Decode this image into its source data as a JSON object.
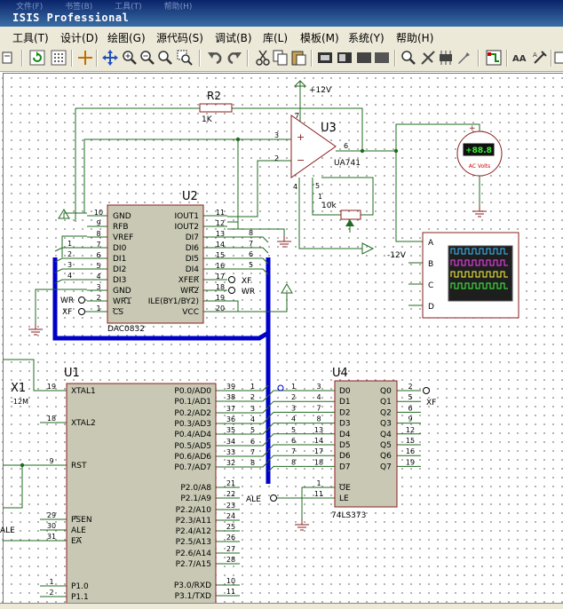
{
  "app": {
    "title": "ISIS Professional",
    "ghost_menu": [
      "文件(F)",
      "书签(B)",
      "工具(T)",
      "帮助(H)"
    ]
  },
  "menu": {
    "items": [
      "工具(T)",
      "设计(D)",
      "绘图(G)",
      "源代码(S)",
      "调试(B)",
      "库(L)",
      "模板(M)",
      "系统(Y)",
      "帮助(H)"
    ]
  },
  "toolbar": {
    "icons": [
      "page-icon",
      "refresh-icon",
      "grid-icon",
      "origin-icon",
      "pan-icon",
      "zoom-in-icon",
      "zoom-out-icon",
      "zoom-all-icon",
      "zoom-area-icon",
      "undo-icon",
      "redo-icon",
      "cut-icon",
      "copy-icon",
      "paste-icon",
      "block-copy-icon",
      "block-move-icon",
      "block-rotate-icon",
      "block-delete-icon",
      "pick-device-icon",
      "make-device-icon",
      "packaging-icon",
      "decompose-icon",
      "wire-autorouter-icon",
      "search-tag-icon",
      "property-tool-icon",
      "netlist-icon"
    ]
  },
  "schematic": {
    "colors": {
      "wire": "#1f6b1f",
      "component": "#8b1e1e",
      "body": "#c8c8b4",
      "pin_text": "#000000",
      "bus": "#0000c8"
    },
    "r2": {
      "ref": "R2",
      "value": "1K"
    },
    "u3": {
      "ref": "U3",
      "part": "UA741",
      "pins": [
        "3",
        "2",
        "6",
        "7",
        "4",
        "5",
        "1"
      ],
      "plus": "+",
      "minus": "−"
    },
    "pot": {
      "value": "10k"
    },
    "vcc": "+12V",
    "vee": "-12V",
    "voltmeter": {
      "display": "+88.8",
      "label": "AC Volts"
    },
    "scope": {
      "channels": [
        "A",
        "B",
        "C",
        "D"
      ]
    },
    "u2": {
      "ref": "U2",
      "part": "DAC0832",
      "left_pins": [
        {
          "num": "10",
          "name": "GND"
        },
        {
          "num": "9",
          "name": "RFB"
        },
        {
          "num": "8",
          "name": "VREF"
        },
        {
          "num": "7",
          "name": "DI0"
        },
        {
          "num": "6",
          "name": "DI1"
        },
        {
          "num": "5",
          "name": "DI2"
        },
        {
          "num": "4",
          "name": "DI3"
        },
        {
          "num": "3",
          "name": "GND"
        },
        {
          "num": "2",
          "name": "WR1"
        },
        {
          "num": "1",
          "name": "CS"
        }
      ],
      "right_pins": [
        {
          "num": "11",
          "name": "IOUT1"
        },
        {
          "num": "12",
          "name": "IOUT2"
        },
        {
          "num": "13",
          "name": "DI7"
        },
        {
          "num": "14",
          "name": "DI6"
        },
        {
          "num": "15",
          "name": "DI5"
        },
        {
          "num": "16",
          "name": "DI4"
        },
        {
          "num": "17",
          "name": "XFER"
        },
        {
          "num": "18",
          "name": "WR2"
        },
        {
          "num": "19",
          "name": "ILE(BY1/BY2)"
        },
        {
          "num": "20",
          "name": "VCC"
        }
      ],
      "left_bus_labels": [
        "1",
        "2",
        "3",
        "4"
      ],
      "right_bus_labels": [
        "8",
        "7",
        "6",
        "5"
      ],
      "net_labels": {
        "wr": "WR",
        "xf": "XF",
        "xf2": "XF",
        "wr2": "WR"
      }
    },
    "u1": {
      "ref": "U1",
      "left_pins": [
        {
          "num": "19",
          "name": "XTAL1"
        },
        {
          "num": "18",
          "name": "XTAL2"
        },
        {
          "num": "9",
          "name": "RST"
        },
        {
          "num": "29",
          "name": "PSEN"
        },
        {
          "num": "30",
          "name": "ALE"
        },
        {
          "num": "31",
          "name": "EA"
        },
        {
          "num": "1",
          "name": "P1.0"
        },
        {
          "num": "2",
          "name": "P1.1"
        }
      ],
      "right_pins": [
        {
          "num": "39",
          "name": "P0.0/AD0",
          "bus": "1"
        },
        {
          "num": "38",
          "name": "P0.1/AD1",
          "bus": "2"
        },
        {
          "num": "37",
          "name": "P0.2/AD2",
          "bus": "3"
        },
        {
          "num": "36",
          "name": "P0.3/AD3",
          "bus": "4"
        },
        {
          "num": "35",
          "name": "P0.4/AD4",
          "bus": "5"
        },
        {
          "num": "34",
          "name": "P0.5/AD5",
          "bus": "6"
        },
        {
          "num": "33",
          "name": "P0.6/AD6",
          "bus": "7"
        },
        {
          "num": "32",
          "name": "P0.7/AD7",
          "bus": "8"
        },
        {
          "num": "21",
          "name": "P2.0/A8"
        },
        {
          "num": "22",
          "name": "P2.1/A9"
        },
        {
          "num": "23",
          "name": "P2.2/A10"
        },
        {
          "num": "24",
          "name": "P2.3/A11"
        },
        {
          "num": "25",
          "name": "P2.4/A12"
        },
        {
          "num": "26",
          "name": "P2.5/A13"
        },
        {
          "num": "27",
          "name": "P2.6/A14"
        },
        {
          "num": "28",
          "name": "P2.7/A15"
        },
        {
          "num": "10",
          "name": "P3.0/RXD"
        },
        {
          "num": "11",
          "name": "P3.1/TXD"
        }
      ],
      "left_nets": {
        "ale": "ALE"
      }
    },
    "x1": {
      "ref": "X1",
      "value": "12M"
    },
    "u4": {
      "ref": "U4",
      "part": "74LS373",
      "left_pins": [
        {
          "num": "3",
          "name": "D0",
          "bus": "1"
        },
        {
          "num": "4",
          "name": "D1",
          "bus": "2"
        },
        {
          "num": "7",
          "name": "D2",
          "bus": "3"
        },
        {
          "num": "8",
          "name": "D3",
          "bus": "4"
        },
        {
          "num": "13",
          "name": "D4",
          "bus": "5"
        },
        {
          "num": "14",
          "name": "D5",
          "bus": "6"
        },
        {
          "num": "17",
          "name": "D6",
          "bus": "7"
        },
        {
          "num": "18",
          "name": "D7",
          "bus": "8"
        },
        {
          "num": "1",
          "name": "OE"
        },
        {
          "num": "11",
          "name": "LE"
        }
      ],
      "right_pins": [
        {
          "num": "2",
          "name": "Q0"
        },
        {
          "num": "5",
          "name": "Q1"
        },
        {
          "num": "6",
          "name": "Q2"
        },
        {
          "num": "9",
          "name": "Q3"
        },
        {
          "num": "12",
          "name": "Q4"
        },
        {
          "num": "15",
          "name": "Q5"
        },
        {
          "num": "16",
          "name": "Q6"
        },
        {
          "num": "19",
          "name": "Q7"
        }
      ],
      "net_labels": {
        "xf": "XF",
        "ale": "ALE"
      }
    }
  }
}
